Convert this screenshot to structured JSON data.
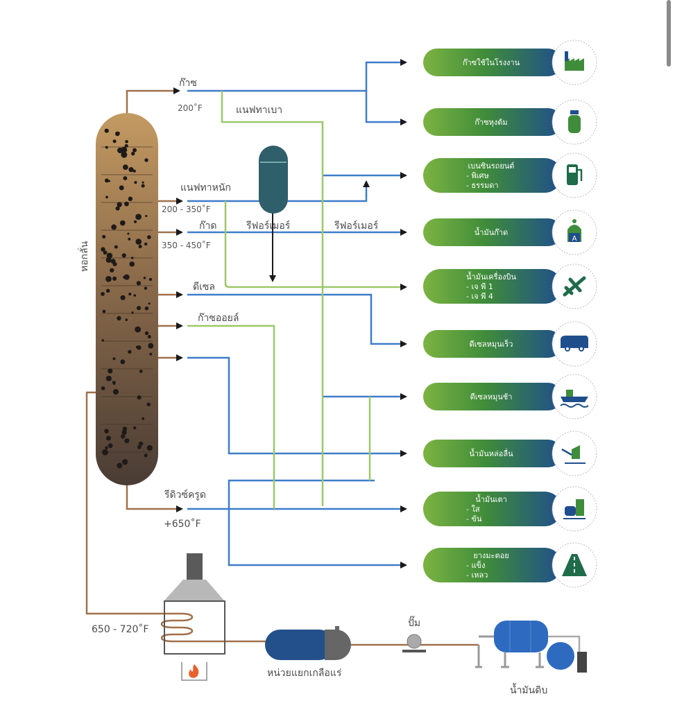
{
  "tower": {
    "label": "หอกลั่น"
  },
  "fractions": {
    "gas": {
      "label": "ก๊าซ",
      "temp": "200˚F"
    },
    "light_naphtha": {
      "label": "แนฟทาเบา"
    },
    "heavy_naphtha": {
      "label": "แนฟทาหนัก",
      "temp": "200 - 350˚F"
    },
    "kerosene": {
      "label": "ก๊าด",
      "temp": "350 - 450˚F"
    },
    "diesel": {
      "label": "ดีเซล"
    },
    "gas_oil": {
      "label": "ก๊าซออยล์"
    },
    "residue": {
      "label": "รีดิวซ์ครูด",
      "temp": "+650˚F"
    }
  },
  "reformer": {
    "label_1": "รีฟอร์เมอร์",
    "label_2": "รีฟอร์เมอร์"
  },
  "furnace": {
    "temp": "650 - 720˚F",
    "fire_icon": "fire-icon"
  },
  "desalter": {
    "label": "หน่วยแยกเกลือแร่"
  },
  "pump": {
    "label": "ปั๊ม"
  },
  "crude": {
    "label": "น้ำมันดิบ"
  },
  "products": [
    {
      "title": "ก๊าซใช้ในโรงงาน",
      "sub": [],
      "icon": "factory-icon"
    },
    {
      "title": "ก๊าซหุงต้ม",
      "sub": [],
      "icon": "gas-cylinder-icon"
    },
    {
      "title": "เบนซินรถยนต์",
      "sub": [
        "- พิเศษ",
        "- ธรรมดา"
      ],
      "icon": "fuel-pump-icon"
    },
    {
      "title": "น้ำมันก๊าด",
      "sub": [],
      "icon": "kerosene-lamp-icon"
    },
    {
      "title": "น้ำมันเครื่องบิน",
      "sub": [
        "- เจ พี 1",
        "- เจ พี 4"
      ],
      "icon": "airplane-icon"
    },
    {
      "title": "ดีเซลหมุนเร็ว",
      "sub": [],
      "icon": "van-icon"
    },
    {
      "title": "ดีเซลหมุนช้า",
      "sub": [],
      "icon": "ship-icon"
    },
    {
      "title": "น้ำมันหล่อลื่น",
      "sub": [],
      "icon": "oil-can-icon"
    },
    {
      "title": "น้ำมันเตา",
      "sub": [
        "- ใส",
        "- ข้น"
      ],
      "icon": "refinery-icon"
    },
    {
      "title": "ยางมะตอย",
      "sub": [
        "- แข็ง",
        "- เหลว"
      ],
      "icon": "road-icon"
    }
  ],
  "colors": {
    "blue_line": "#3d7cc9",
    "green_line": "#9cc76a",
    "brown_line": "#a0704a",
    "pill_green": "#7cb342",
    "pill_blue": "#1f4e8c"
  }
}
